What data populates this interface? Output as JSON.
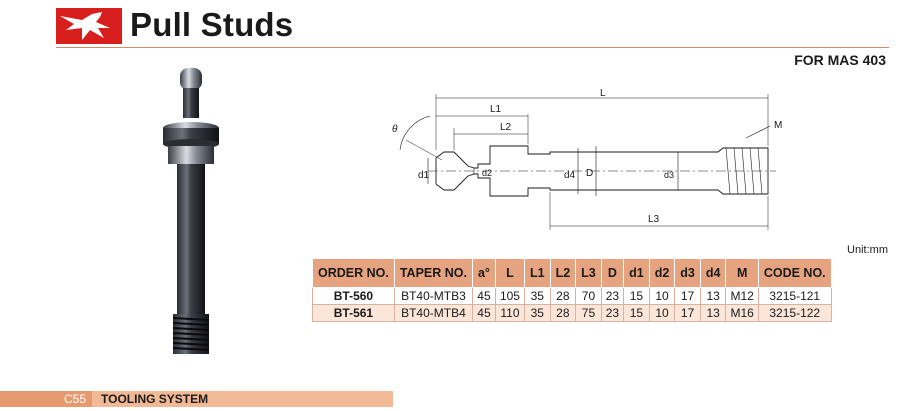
{
  "header": {
    "title": "Pull Studs",
    "subtitle": "FOR MAS 403"
  },
  "drawing": {
    "labels": {
      "L": "L",
      "L1": "L1",
      "L2": "L2",
      "L3": "L3",
      "theta": "θ",
      "d1": "d1",
      "d2": "d2",
      "d3": "d3",
      "d4": "d4",
      "D": "D",
      "M": "M"
    }
  },
  "table": {
    "unit": "Unit:mm",
    "headers": [
      "ORDER NO.",
      "TAPER NO.",
      "a°",
      "L",
      "L1",
      "L2",
      "L3",
      "D",
      "d1",
      "d2",
      "d3",
      "d4",
      "M",
      "CODE NO."
    ],
    "rows": [
      [
        "BT-560",
        "BT40-MTB3",
        "45",
        "105",
        "35",
        "28",
        "70",
        "23",
        "15",
        "10",
        "17",
        "13",
        "M12",
        "3215-121"
      ],
      [
        "BT-561",
        "BT40-MTB4",
        "45",
        "110",
        "35",
        "28",
        "75",
        "23",
        "15",
        "10",
        "17",
        "13",
        "M16",
        "3215-122"
      ]
    ]
  },
  "footer": {
    "page_code": "C55",
    "section": "TOOLING SYSTEM"
  },
  "colors": {
    "brand_red": "#d7201d",
    "header_orange": "#e5a37f",
    "row_tint": "#fbe6d9",
    "footer_dark": "#e6996f",
    "footer_light": "#f1b995"
  }
}
